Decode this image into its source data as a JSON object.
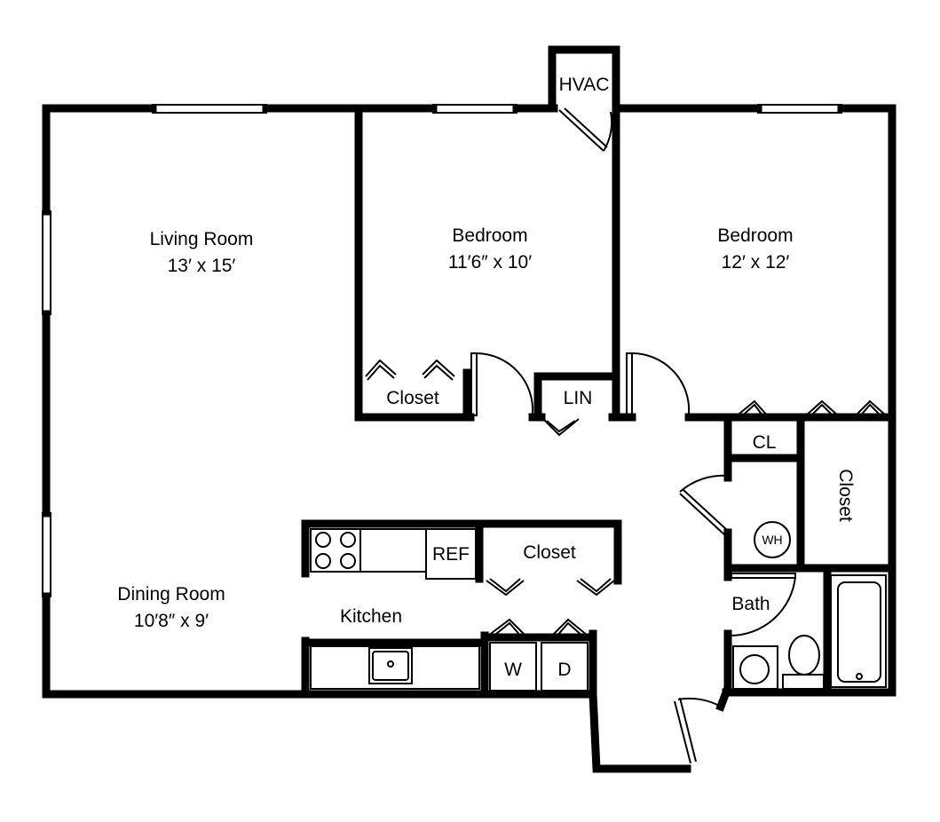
{
  "colors": {
    "wall": "#000000",
    "background": "#ffffff"
  },
  "rooms": {
    "living": {
      "name": "Living Room",
      "size": "13′ x 15′"
    },
    "bedroom1": {
      "name": "Bedroom",
      "size": "11′6″ x 10′"
    },
    "bedroom2": {
      "name": "Bedroom",
      "size": "12′ x 12′"
    },
    "dining": {
      "name": "Dining Room",
      "size": "10′8″ x 9′"
    },
    "kitchen": {
      "name": "Kitchen"
    },
    "bath": {
      "name": "Bath"
    }
  },
  "labels": {
    "hvac": "HVAC",
    "closet_bed1": "Closet",
    "linen": "LIN",
    "cl": "CL",
    "closet_bed2": "Closet",
    "closet_kitchen": "Closet",
    "refrigerator": "REF",
    "washer": "W",
    "dryer": "D",
    "water_heater": "WH"
  }
}
